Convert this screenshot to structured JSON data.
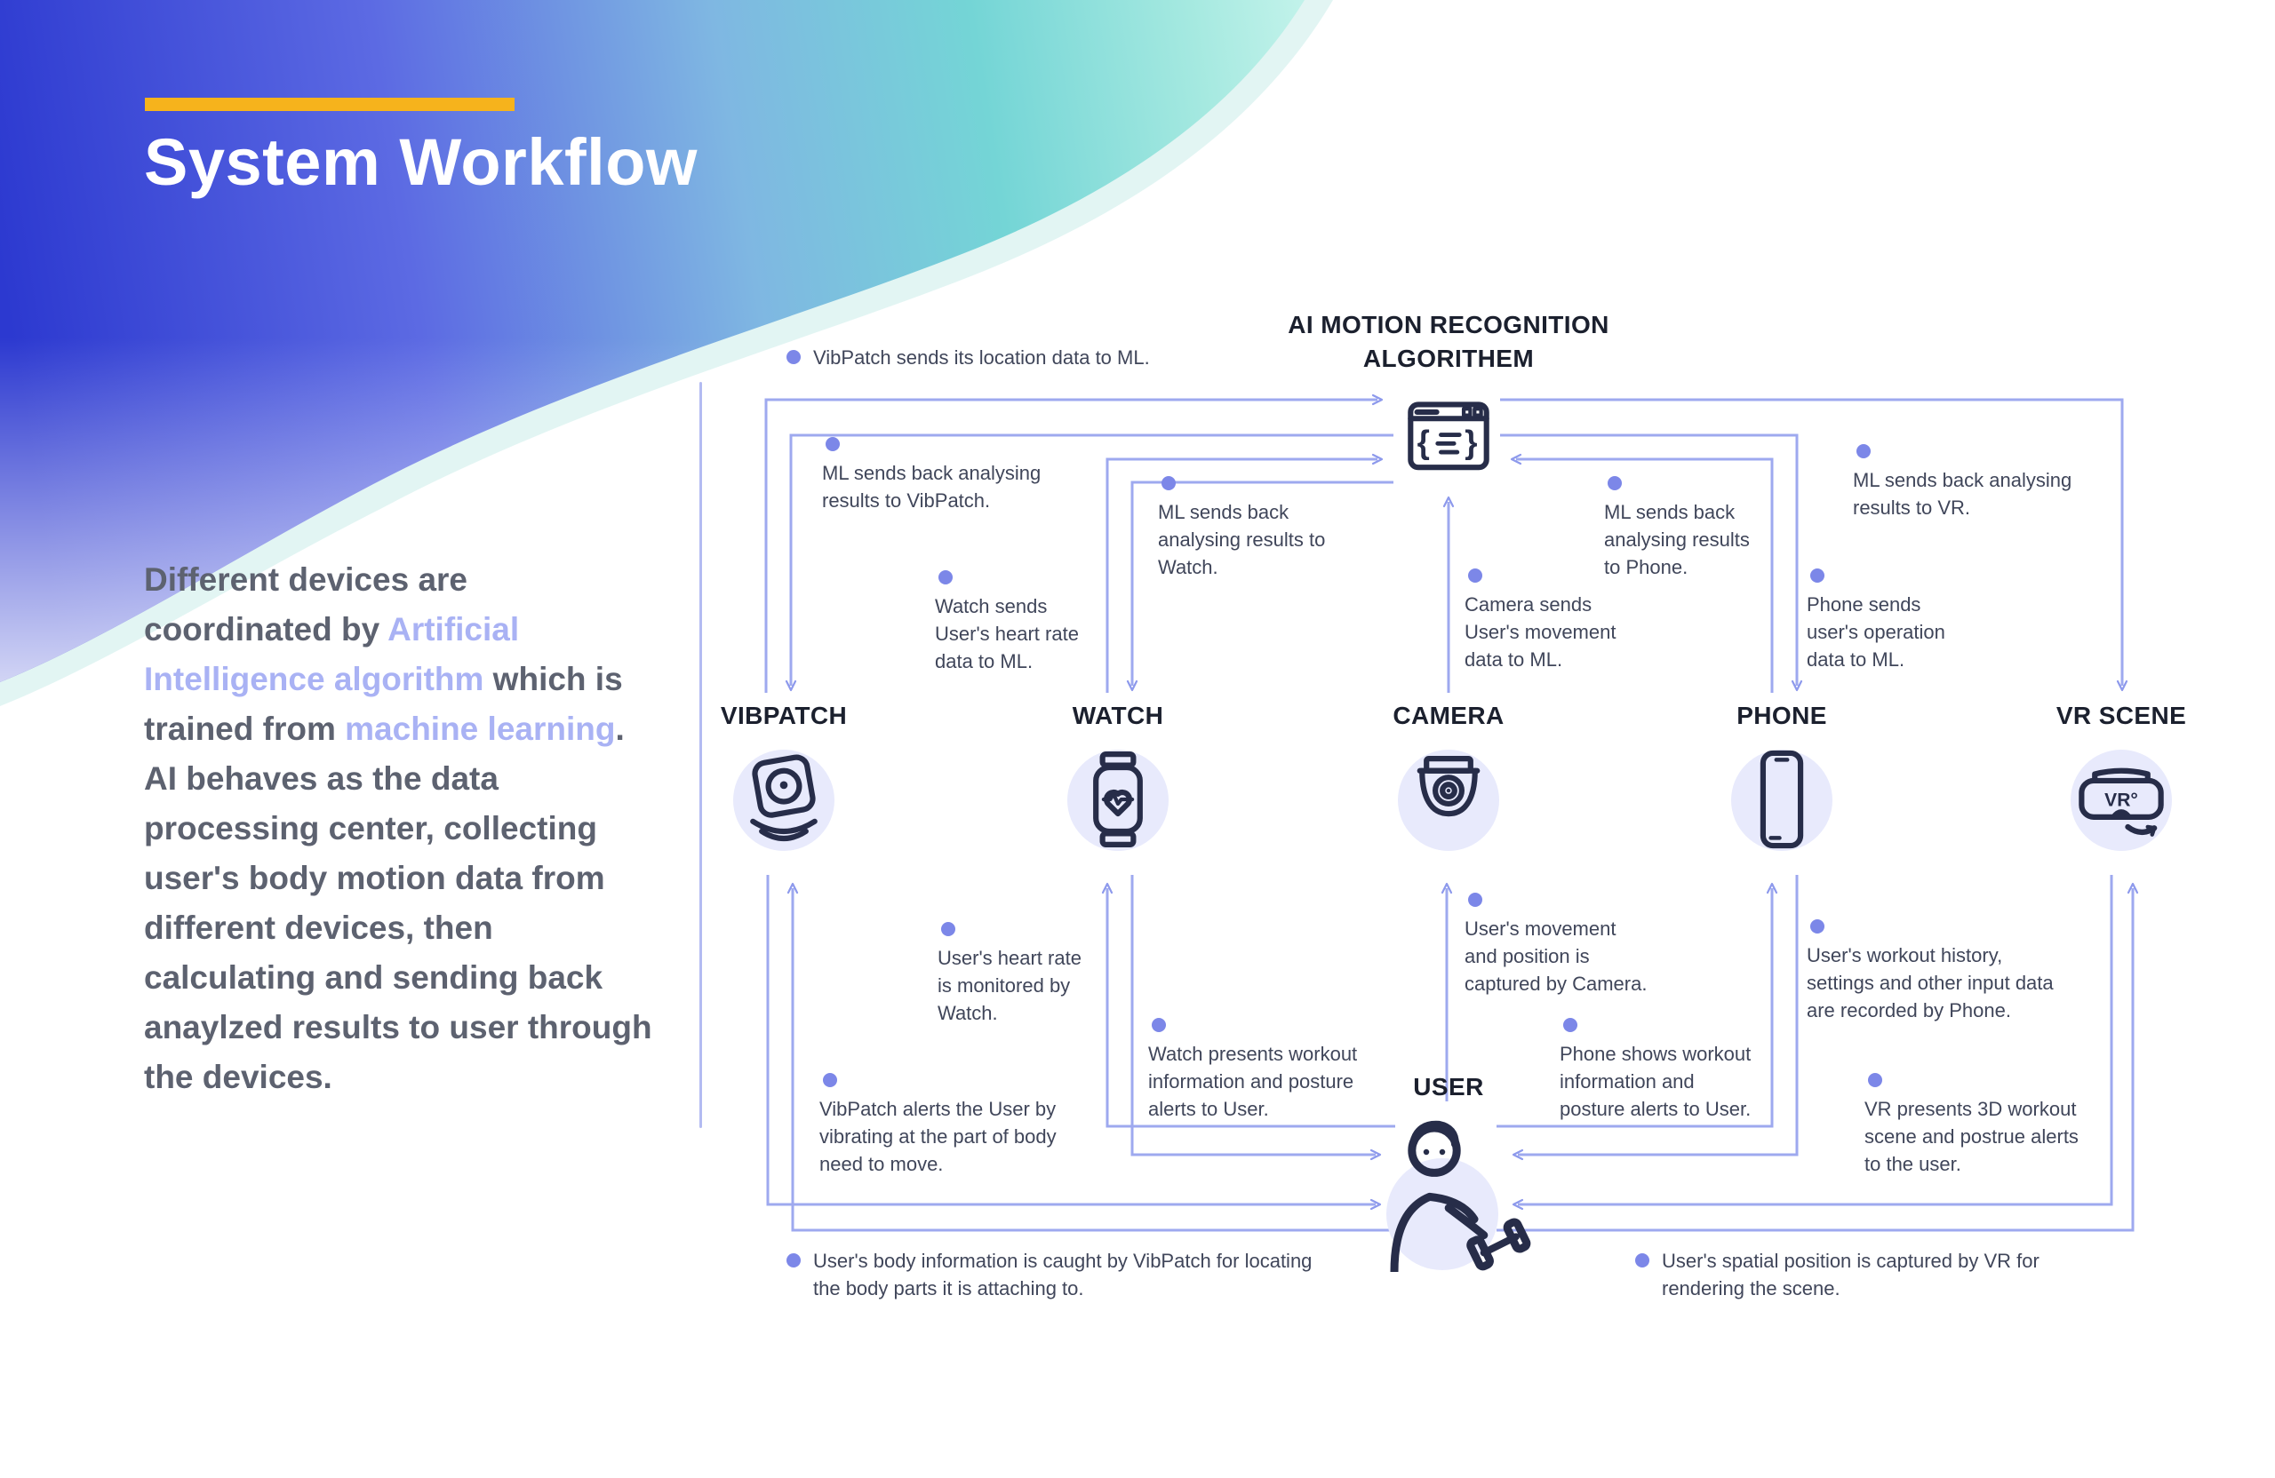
{
  "header": {
    "title": "System Workflow"
  },
  "intro": {
    "seg1": "Different devices are\ncoordinated by ",
    "hl1": "Artificial\nIntelligence algorithm",
    "seg2": " which is\ntrained from ",
    "hl2": "machine learning",
    "seg3": ".\nAI behaves as the data\nprocessing center, collecting\nuser's body motion data from\ndifferent devices, then\ncalculating and sending back\nanaylzed results to user through\nthe devices."
  },
  "diagram": {
    "ml": {
      "title_line1": "AI MOTION RECOGNITION",
      "title_line2": "ALGORITHEM"
    },
    "devices": [
      {
        "label": "VIBPATCH"
      },
      {
        "label": "WATCH"
      },
      {
        "label": "CAMERA"
      },
      {
        "label": "PHONE"
      },
      {
        "label": "VR SCENE"
      }
    ],
    "user": {
      "label": "USER"
    },
    "vr_icon_text": "VR°",
    "annotations": [
      {
        "text": "VibPatch sends its location data to ML."
      },
      {
        "text": "ML sends back analysing\nresults to VibPatch."
      },
      {
        "text": "ML sends back\nanalysing results to\nWatch."
      },
      {
        "text": "Watch sends\nUser's heart rate\ndata to ML."
      },
      {
        "text": "Camera sends\nUser's movement\ndata to ML."
      },
      {
        "text": "ML sends back\nanalysing results\nto Phone."
      },
      {
        "text": "Phone sends\nuser's operation\ndata to ML."
      },
      {
        "text": "ML sends back analysing\nresults to VR."
      },
      {
        "text": "User's heart rate\nis monitored by\nWatch."
      },
      {
        "text": "User's movement\nand position is\ncaptured by Camera."
      },
      {
        "text": "User's workout history,\nsettings and other input data\nare recorded by Phone."
      },
      {
        "text": "Watch presents workout\ninformation and posture\nalerts to User."
      },
      {
        "text": "Phone shows workout\ninformation and\nposture alerts to User."
      },
      {
        "text": "VibPatch alerts the User by\nvibrating at the part of body\nneed to move."
      },
      {
        "text": "VR presents 3D workout\nscene and postrue alerts\nto the user."
      },
      {
        "text": "User's body information is caught by VibPatch for locating\nthe body parts it is attaching to."
      },
      {
        "text": "User's spatial position is captured by VR for\nrendering the scene."
      }
    ],
    "colors": {
      "accent_bar": "#f6b31c",
      "highlight": "#a9b2f4",
      "arrow": "#9ea9ef",
      "dot": "#7c87e8",
      "icon_stroke": "#272d49",
      "icon_bg": "#e8eafc"
    }
  }
}
